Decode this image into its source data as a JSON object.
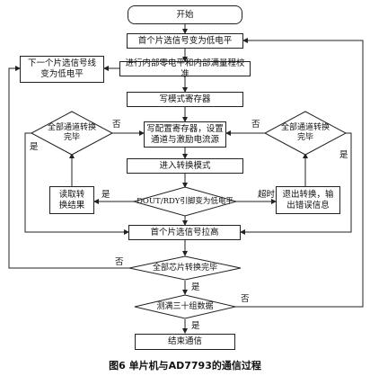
{
  "nodes": {
    "start": "开始",
    "first_cs_low": "首个片选信号变为低电平",
    "next_cs_low": "下一个片选信号线变为低电平",
    "calibrate": "进行内部零电平和内部满量程校准",
    "write_mode": "写模式寄存器",
    "write_config": "写配置寄存器，设置通道与激励电流源",
    "enter_convert": "进入转换模式",
    "dout_rdy": "DOUT/RDY引脚变为低电平",
    "read_result": "读取转换结果",
    "exit_error": "退出转换，输出错误信息",
    "all_channels_left": "全部通道转换完毕",
    "all_channels_right": "全部通道转换完毕",
    "first_cs_high": "首个片选信号拉高",
    "all_chips_done": "全部芯片转换完毕",
    "thirty_groups": "测满三十组数据",
    "end": "结束通信"
  },
  "edge_labels": {
    "yes": "是",
    "no": "否",
    "timeout": "超时"
  },
  "caption": "图6  单片机与AD7793的通信过程"
}
